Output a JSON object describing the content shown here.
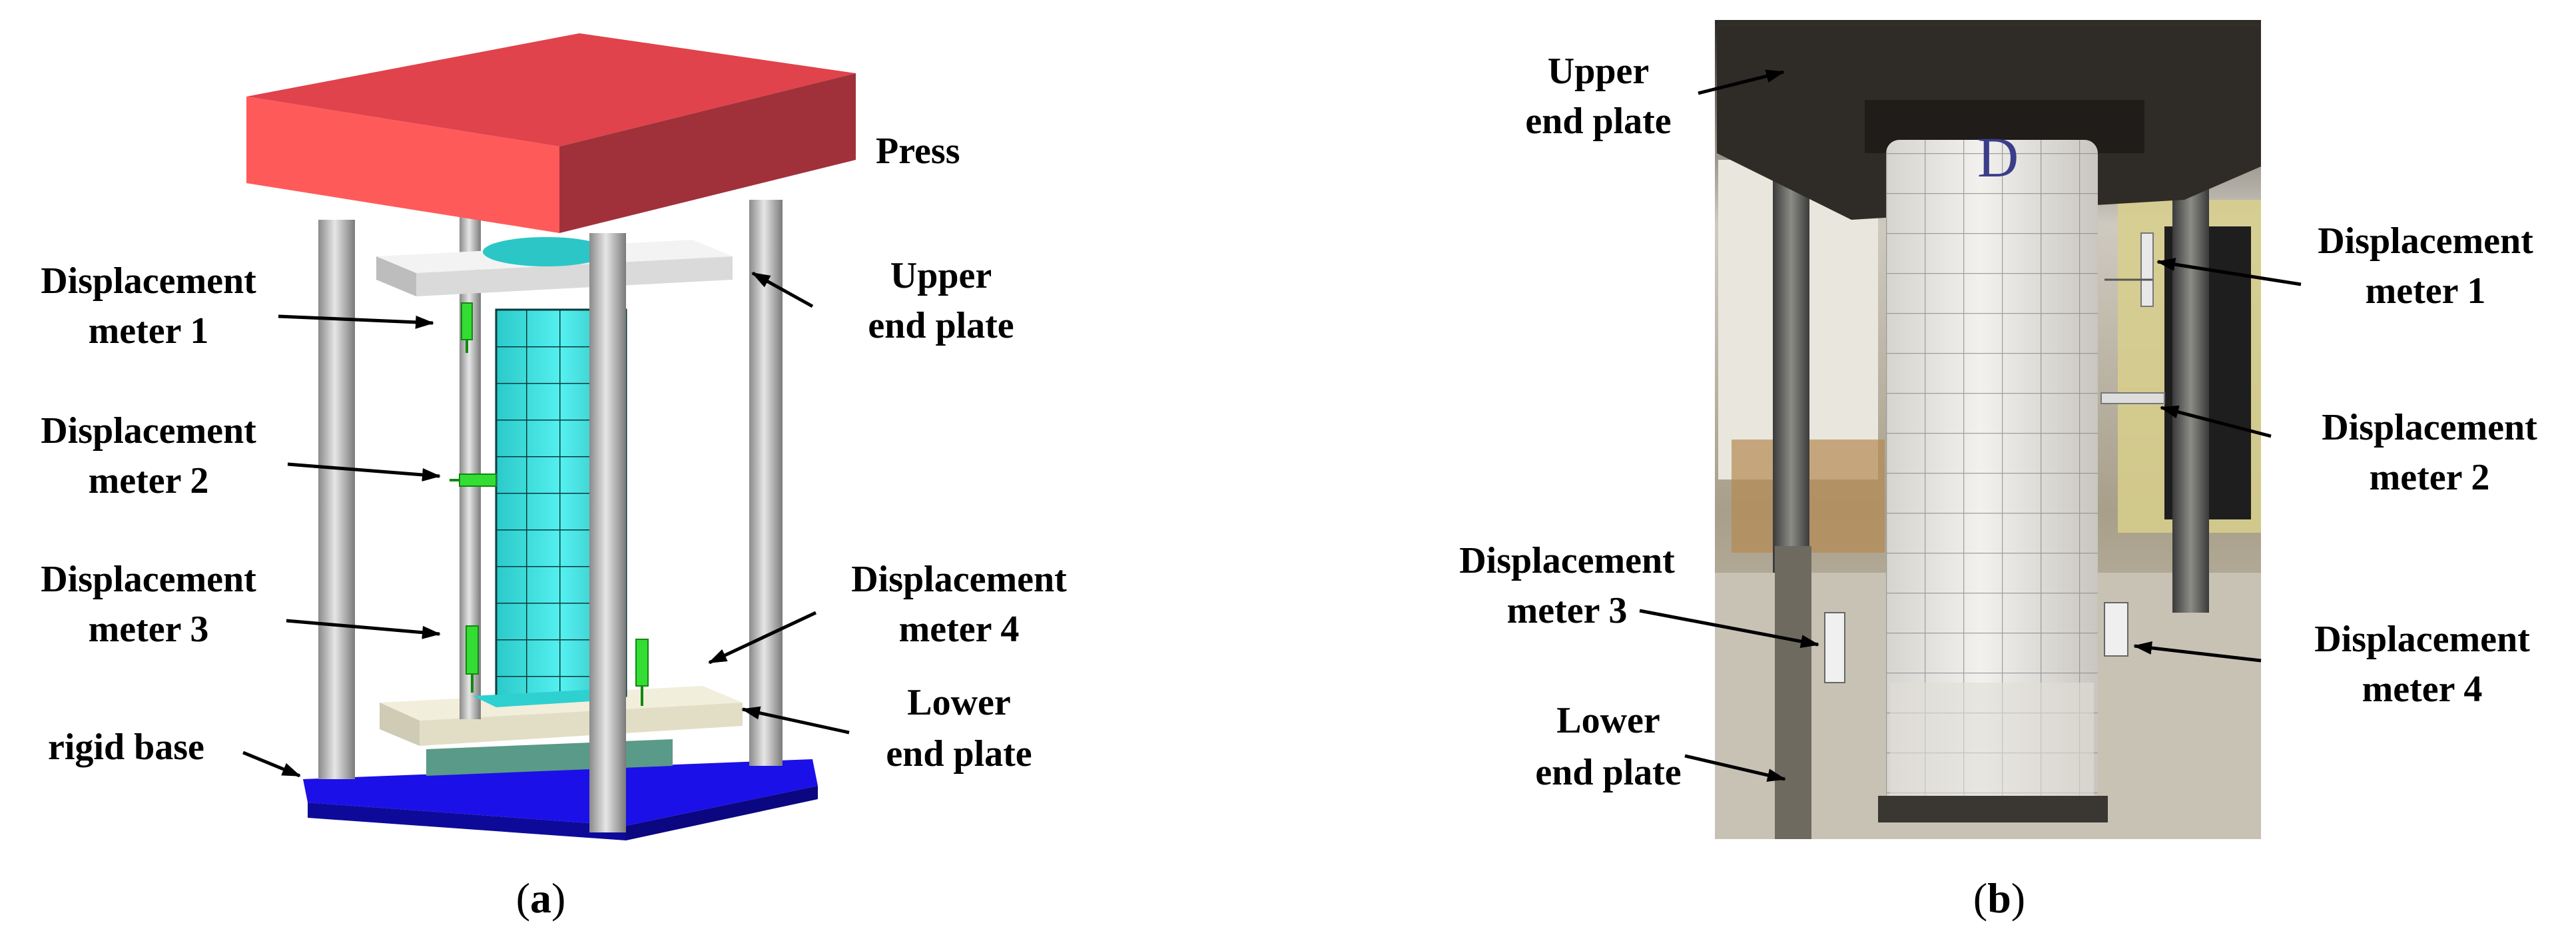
{
  "panel_a": {
    "caption_letter": "a",
    "labels": {
      "press": "Press",
      "upper_plate_1": "Upper",
      "upper_plate_2": "end plate",
      "dm1_1": "Displacement",
      "dm1_2": "meter 1",
      "dm2_1": "Displacement",
      "dm2_2": "meter 2",
      "dm3_1": "Displacement",
      "dm3_2": "meter 3",
      "dm4_1": "Displacement",
      "dm4_2": "meter 4",
      "lower_plate_1": "Lower",
      "lower_plate_2": "end plate",
      "rigid_base": "rigid base"
    }
  },
  "panel_b": {
    "caption_letter": "b",
    "specimen_mark": "D",
    "labels": {
      "upper_plate_1": "Upper",
      "upper_plate_2": "end plate",
      "dm1_1": "Displacement",
      "dm1_2": "meter 1",
      "dm2_1": "Displacement",
      "dm2_2": "meter 2",
      "dm3_1": "Displacement",
      "dm3_2": "meter 3",
      "dm4_1": "Displacement",
      "dm4_2": "meter 4",
      "lower_plate_1": "Lower",
      "lower_plate_2": "end plate"
    }
  },
  "colors": {
    "press_top": "#e0434b",
    "press_front": "#ff5a5a",
    "press_side": "#a0313a",
    "column": "#40e0e0",
    "base": "#1c10e8",
    "sensor": "#33dd33"
  }
}
